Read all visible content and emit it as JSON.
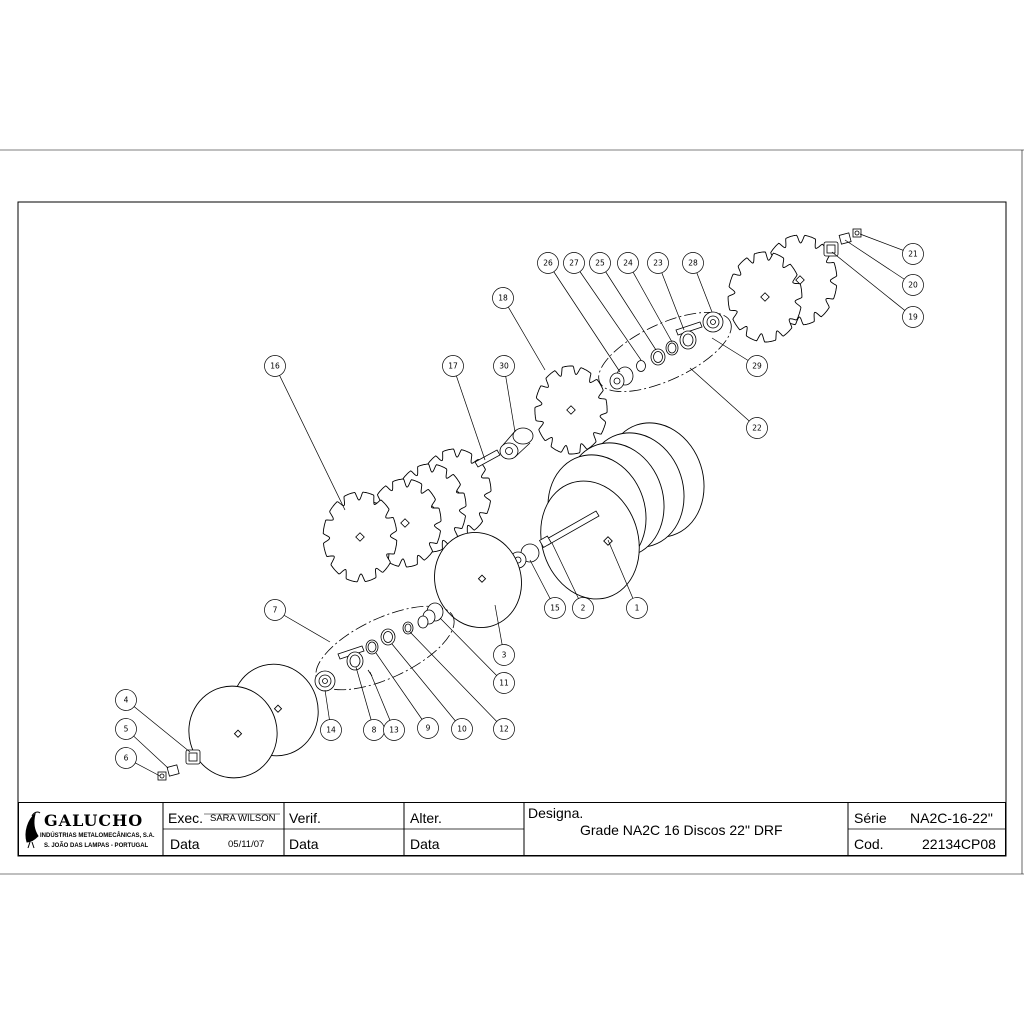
{
  "parts": [
    {
      "id": "1",
      "label": "1"
    },
    {
      "id": "2",
      "label": "2"
    },
    {
      "id": "3",
      "label": "3"
    },
    {
      "id": "4",
      "label": "4"
    },
    {
      "id": "5",
      "label": "5"
    },
    {
      "id": "6",
      "label": "6"
    },
    {
      "id": "7",
      "label": "7"
    },
    {
      "id": "8",
      "label": "8"
    },
    {
      "id": "9",
      "label": "9"
    },
    {
      "id": "10",
      "label": "10"
    },
    {
      "id": "11",
      "label": "11"
    },
    {
      "id": "12",
      "label": "12"
    },
    {
      "id": "13",
      "label": "13"
    },
    {
      "id": "14",
      "label": "14"
    },
    {
      "id": "15",
      "label": "15"
    },
    {
      "id": "16",
      "label": "16"
    },
    {
      "id": "17",
      "label": "17"
    },
    {
      "id": "18",
      "label": "18"
    },
    {
      "id": "19",
      "label": "19"
    },
    {
      "id": "20",
      "label": "20"
    },
    {
      "id": "21",
      "label": "21"
    },
    {
      "id": "22",
      "label": "22"
    },
    {
      "id": "23",
      "label": "23"
    },
    {
      "id": "24",
      "label": "24"
    },
    {
      "id": "25",
      "label": "25"
    },
    {
      "id": "26",
      "label": "26"
    },
    {
      "id": "27",
      "label": "27"
    },
    {
      "id": "28",
      "label": "28"
    },
    {
      "id": "29",
      "label": "29"
    },
    {
      "id": "30",
      "label": "30"
    }
  ],
  "title_block": {
    "company_name": "GALUCHO",
    "company_sub": "INDÚSTRIAS METALOMECÂNICAS, S.A.",
    "company_location": "S. JOÃO DAS LAMPAS - PORTUGAL",
    "logo_icon": "bird-logo-icon",
    "exec_label": "Exec.",
    "exec_value": "SARA WILSON",
    "data_label": "Data",
    "exec_date": "05/11/07",
    "verif_label": "Verif.",
    "verif_data_label": "Data",
    "alter_label": "Alter.",
    "alter_data_label": "Data",
    "designa_label": "Designa.",
    "designa_value": "Grade NA2C 16 Discos 22\" DRF",
    "serie_label": "Série",
    "serie_value": "NA2C-16-22\"",
    "cod_label": "Cod.",
    "cod_value": "22134CP08"
  }
}
